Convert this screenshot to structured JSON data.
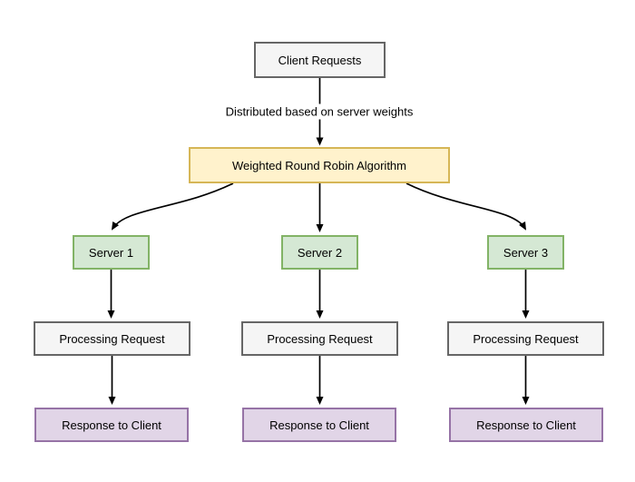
{
  "diagram": {
    "nodes": {
      "client": {
        "label": "Client Requests",
        "fill": "#f5f5f5",
        "stroke": "#666666"
      },
      "algorithm": {
        "label": "Weighted Round Robin Algorithm",
        "fill": "#fff2cc",
        "stroke": "#d6b656"
      },
      "servers": [
        {
          "label": "Server 1"
        },
        {
          "label": "Server 2"
        },
        {
          "label": "Server 3"
        }
      ],
      "servers_style": {
        "fill": "#d5e8d4",
        "stroke": "#82b366"
      },
      "processing": [
        {
          "label": "Processing Request"
        },
        {
          "label": "Processing Request"
        },
        {
          "label": "Processing Request"
        }
      ],
      "processing_style": {
        "fill": "#f5f5f5",
        "stroke": "#666666"
      },
      "responses": [
        {
          "label": "Response to Client"
        },
        {
          "label": "Response to Client"
        },
        {
          "label": "Response to Client"
        }
      ],
      "responses_style": {
        "fill": "#e1d5e7",
        "stroke": "#9673a6"
      }
    },
    "edges": {
      "distribution_label": "Distributed based on server weights",
      "arrow_color": "#000000"
    },
    "background": "#ffffff"
  }
}
